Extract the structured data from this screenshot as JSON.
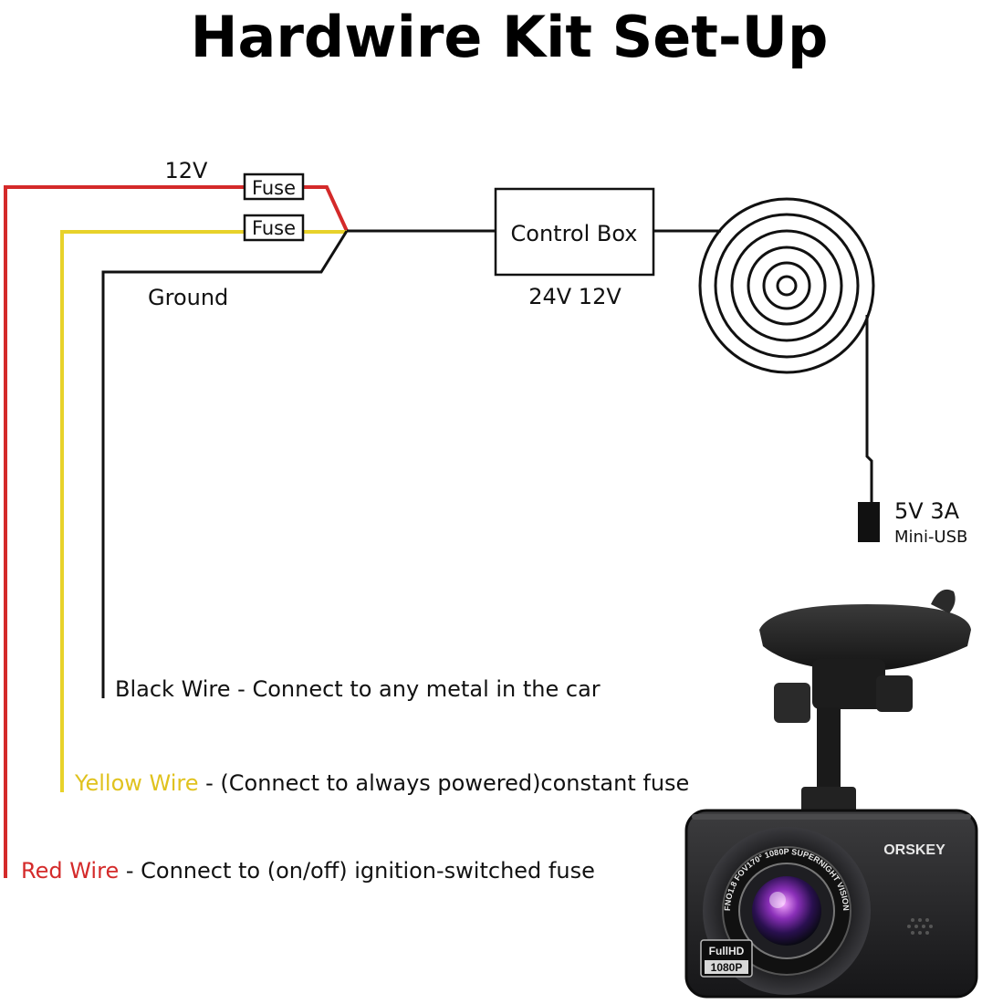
{
  "title": "Hardwire Kit Set-Up",
  "colors": {
    "red": "#d42a2a",
    "yellow": "#e8d22a",
    "black": "#111111"
  },
  "top": {
    "voltage_label": "12V",
    "fuse_1": "Fuse",
    "fuse_2": "Fuse",
    "ground_label": "Ground"
  },
  "control_box": {
    "label": "Control Box",
    "voltage_options": "24V  12V"
  },
  "connector": {
    "spec": "5V  3A",
    "type": "Mini-USB"
  },
  "wires": {
    "black": {
      "name": "Black Wire",
      "desc": " - Connect to any metal in the car"
    },
    "yellow": {
      "name": "Yellow Wire",
      "desc": " - (Connect to always powered)constant fuse"
    },
    "red": {
      "name": "Red Wire",
      "desc": " - Connect to (on/off) ignition-switched fuse"
    }
  },
  "camera": {
    "brand": "ORSKEY",
    "badge_top": "FullHD",
    "badge_bottom": "1080P",
    "lens_ring_text": "FNO1.8 FOV170° 1080P SUPERNIGHT VISION"
  }
}
